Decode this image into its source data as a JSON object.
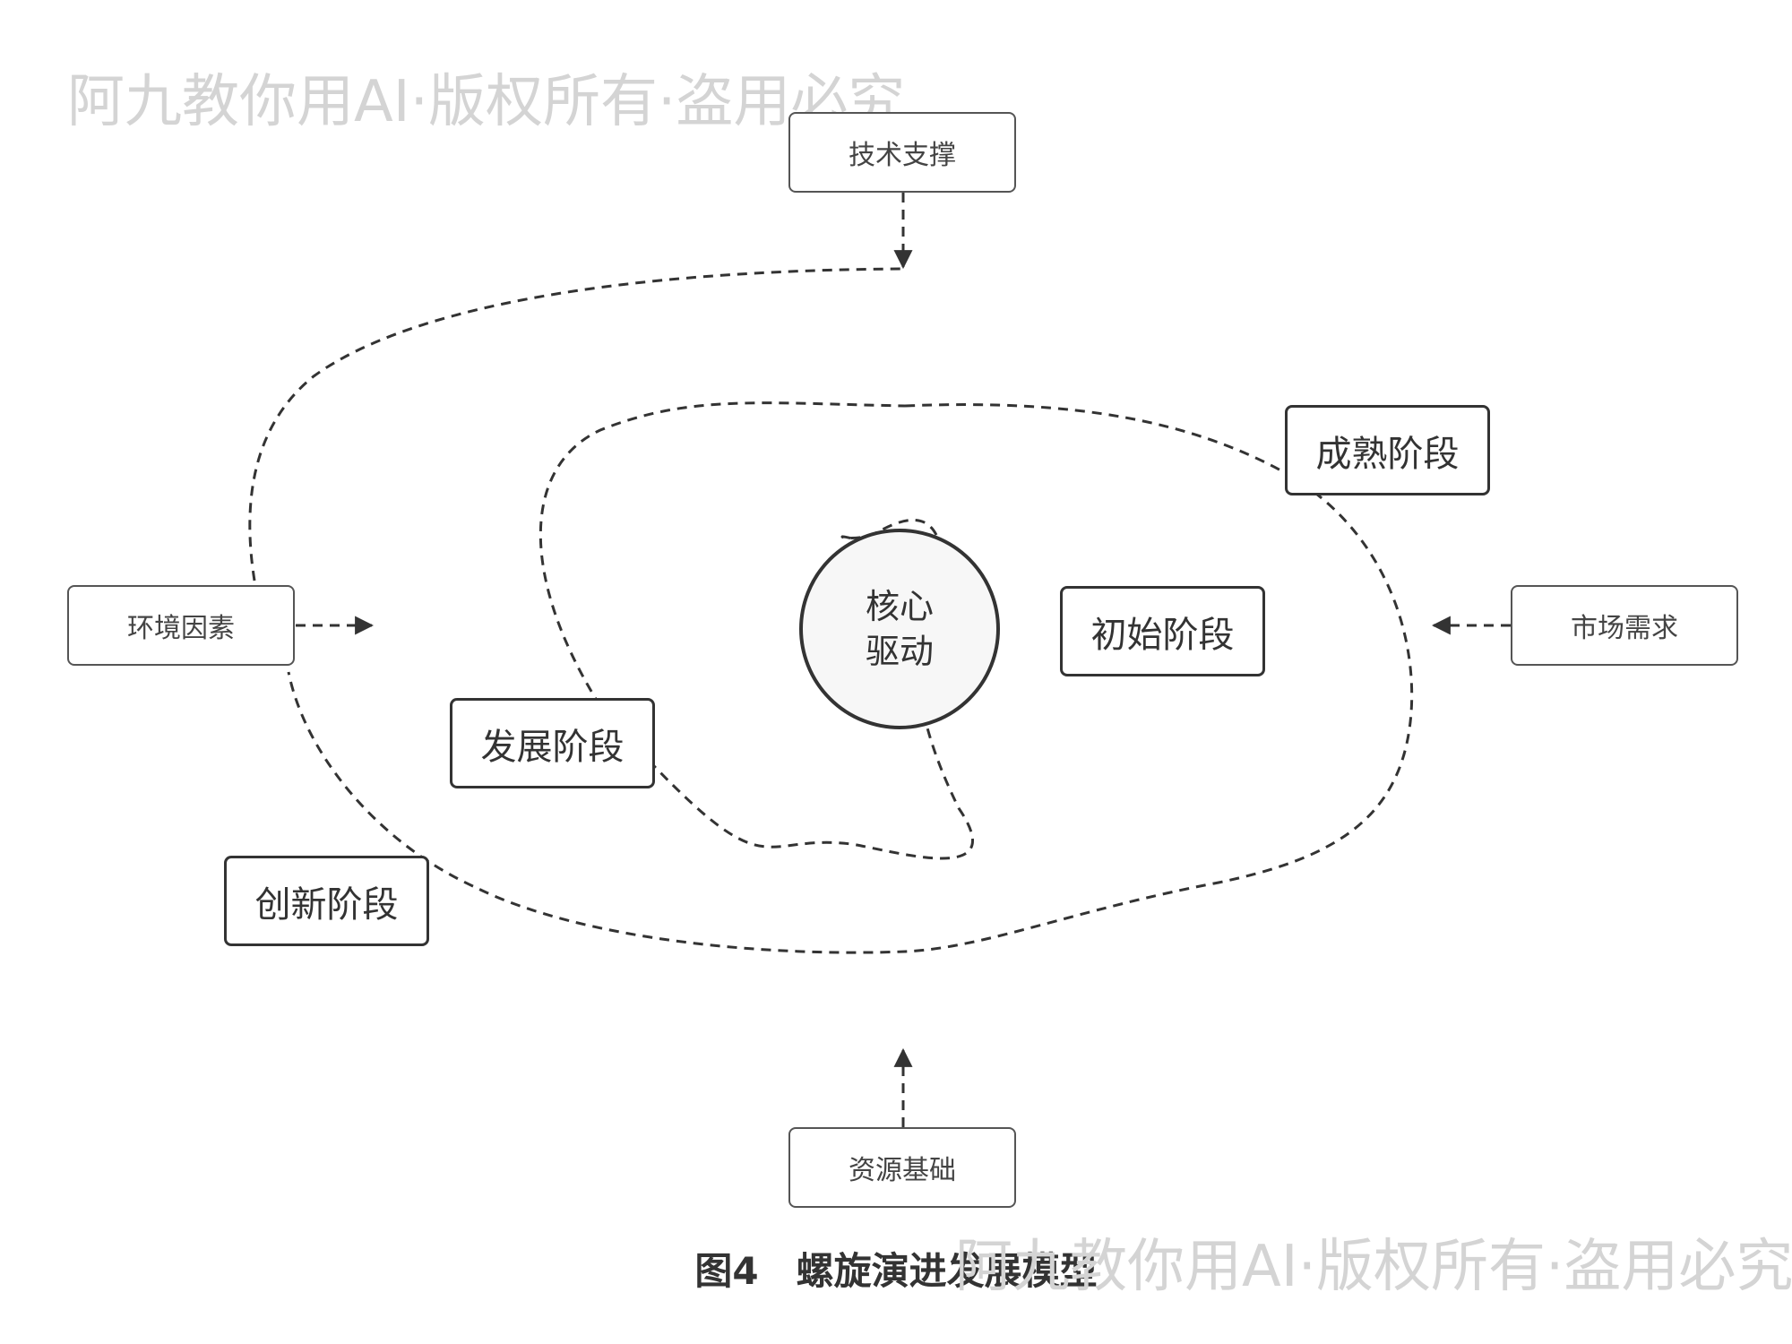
{
  "watermark": "阿九教你用AI·版权所有·盗用必究",
  "core": {
    "line1": "核心",
    "line2": "驱动"
  },
  "stages": {
    "initial": "初始阶段",
    "development": "发展阶段",
    "mature": "成熟阶段",
    "innovation": "创新阶段"
  },
  "factors": {
    "technology": "技术支撑",
    "environment": "环境因素",
    "market": "市场需求",
    "resources": "资源基础"
  },
  "caption": "图4　螺旋演进发展模型"
}
